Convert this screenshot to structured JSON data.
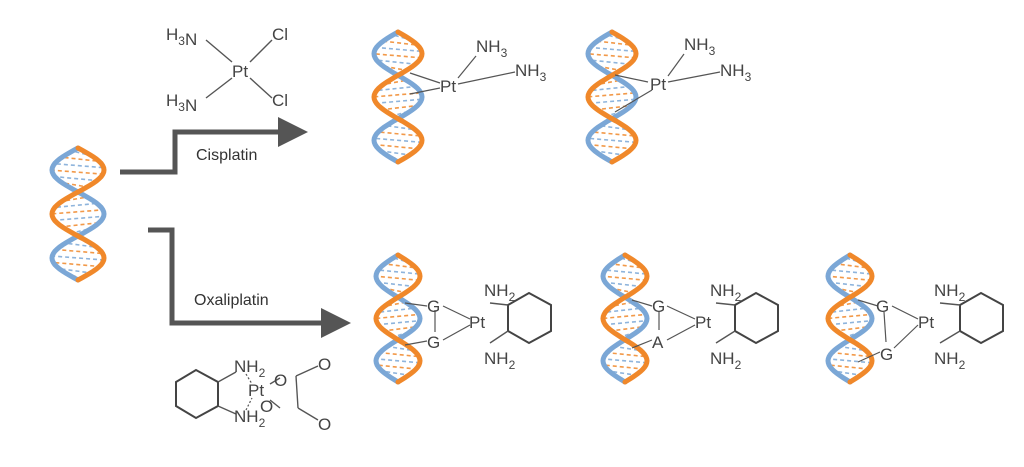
{
  "colors": {
    "strand_blue": "#7ba7d6",
    "strand_orange": "#f0882a",
    "arrow": "#555555",
    "text": "#444444"
  },
  "reagents": {
    "cisplatin_label": "Cisplatin",
    "oxaliplatin_label": "Oxaliplatin"
  },
  "cisplatin_structure": {
    "metal": "Pt",
    "ligand_top_left": "H3N",
    "ligand_bottom_left": "H3N",
    "ligand_right_top": "Cl",
    "ligand_right_bottom": "Cl"
  },
  "cisplatin_adducts": [
    {
      "metal": "Pt",
      "ligand_a": "NH3",
      "ligand_b": "NH3"
    },
    {
      "metal": "Pt",
      "ligand_a": "NH3",
      "ligand_b": "NH3"
    }
  ],
  "oxaliplatin_structure": {
    "metal": "Pt",
    "amine_top": "NH2",
    "amine_bottom": "NH2",
    "oxygen_1": "O",
    "oxygen_2": "O",
    "carbonyl_1": "O",
    "carbonyl_2": "O"
  },
  "oxaliplatin_adducts": [
    {
      "metal": "Pt",
      "base_top": "G",
      "base_bottom": "G",
      "amine_top": "NH2",
      "amine_bottom": "NH2"
    },
    {
      "metal": "Pt",
      "base_top": "G",
      "base_bottom": "A",
      "amine_top": "NH2",
      "amine_bottom": "NH2"
    },
    {
      "metal": "Pt",
      "base_top": "G",
      "base_bottom": "G",
      "amine_top": "NH2",
      "amine_bottom": "NH2"
    }
  ]
}
